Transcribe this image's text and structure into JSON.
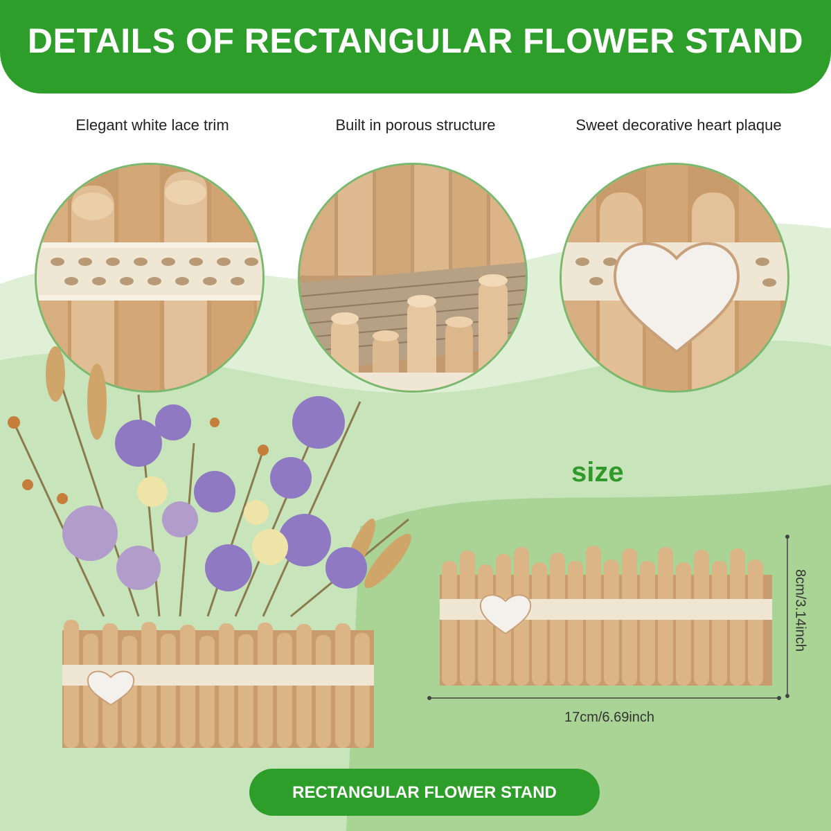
{
  "header": {
    "title": "DETAILS OF RECTANGULAR FLOWER STAND"
  },
  "details": [
    {
      "caption": "Elegant white lace trim"
    },
    {
      "caption": "Built in porous structure"
    },
    {
      "caption": "Sweet decorative heart plaque"
    }
  ],
  "size": {
    "label": "size",
    "height": "8cm/3.14inch",
    "width": "17cm/6.69inch"
  },
  "footer": {
    "label": "RECTANGULAR FLOWER STAND"
  },
  "colors": {
    "brand_green": "#2e9e2b",
    "light_green": "#cde8c2",
    "wood": "#d9b48a",
    "lace": "#f3ecdf"
  }
}
